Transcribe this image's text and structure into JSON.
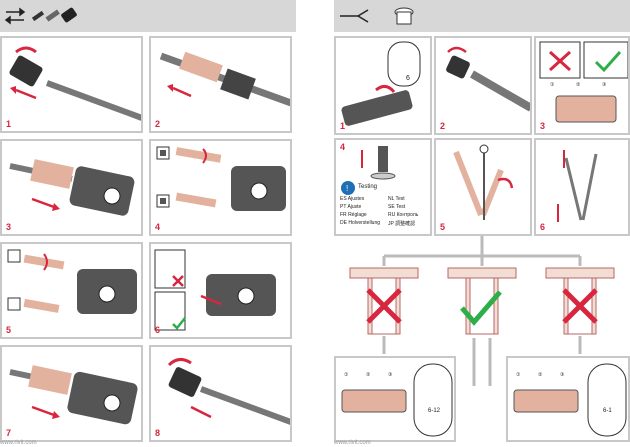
{
  "left_page": {
    "panels": [
      {
        "step": "1"
      },
      {
        "step": "2"
      },
      {
        "step": "3"
      },
      {
        "step": "4"
      },
      {
        "step": "5"
      },
      {
        "step": "6"
      },
      {
        "step": "7"
      },
      {
        "step": "8"
      }
    ],
    "footer": "www.rivit.com"
  },
  "right_page": {
    "panels": [
      {
        "step": "1",
        "callout": "6"
      },
      {
        "step": "2"
      },
      {
        "step": "3",
        "markers": [
          "①",
          "②",
          "③"
        ]
      },
      {
        "step": "4",
        "testing_title": "Testing",
        "languages": [
          {
            "code": "ES",
            "label": "Ajustes"
          },
          {
            "code": "PT",
            "label": "Ajuste"
          },
          {
            "code": "FR",
            "label": "Réglage"
          },
          {
            "code": "DE",
            "label": "Holverstellung"
          },
          {
            "code": "NL",
            "label": "Test"
          },
          {
            "code": "SE",
            "label": "Test"
          },
          {
            "code": "RU",
            "label": "Контроль"
          },
          {
            "code": "JP",
            "label": "調整確認"
          }
        ]
      },
      {
        "step": "5"
      },
      {
        "step": "6"
      }
    ],
    "results": [
      "wrong",
      "correct",
      "wrong"
    ],
    "bottom_left": {
      "markers": [
        "①",
        "②",
        "③"
      ],
      "callout": "6-12"
    },
    "bottom_right": {
      "markers": [
        "①",
        "②",
        "③"
      ],
      "callout": "6-1"
    },
    "footer": "www.rivit.com"
  },
  "colors": {
    "accent": "#d7263d",
    "ok": "#2eae49",
    "header": "#d7d7d7",
    "frame": "#c8c8c8"
  }
}
